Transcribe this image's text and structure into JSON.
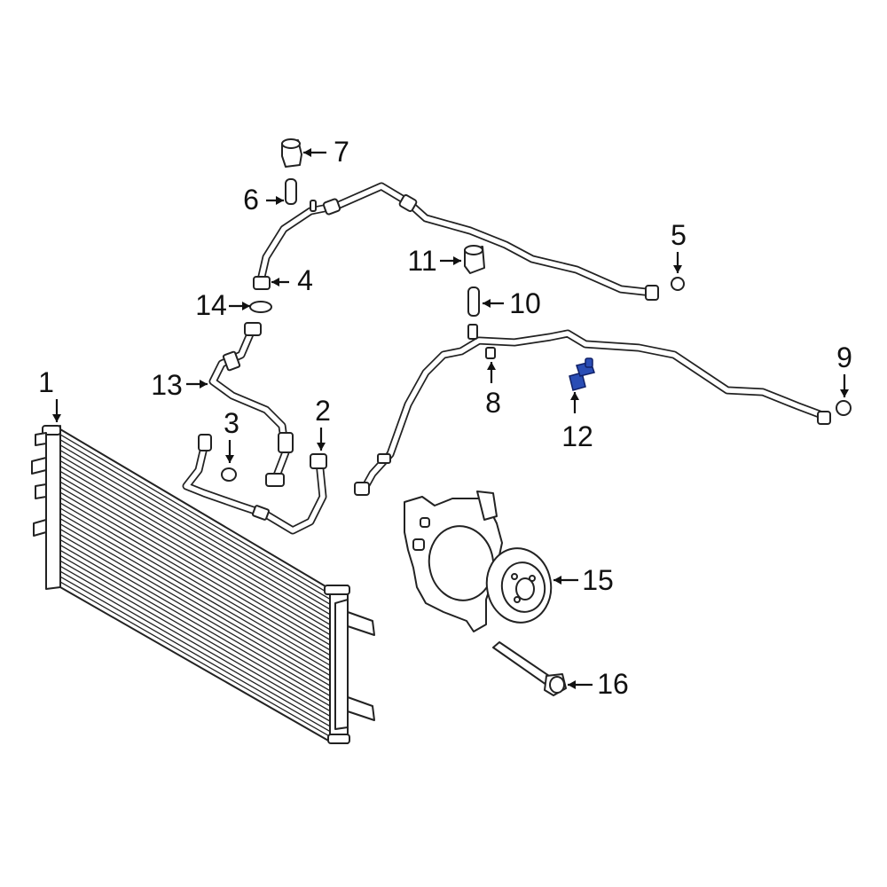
{
  "diagram": {
    "highlight_color": "#2a4db5",
    "callouts": [
      {
        "id": "1",
        "label": "1"
      },
      {
        "id": "2",
        "label": "2"
      },
      {
        "id": "3",
        "label": "3"
      },
      {
        "id": "4",
        "label": "4"
      },
      {
        "id": "5",
        "label": "5"
      },
      {
        "id": "6",
        "label": "6"
      },
      {
        "id": "7",
        "label": "7"
      },
      {
        "id": "8",
        "label": "8"
      },
      {
        "id": "9",
        "label": "9"
      },
      {
        "id": "10",
        "label": "10"
      },
      {
        "id": "11",
        "label": "11"
      },
      {
        "id": "12",
        "label": "12"
      },
      {
        "id": "13",
        "label": "13"
      },
      {
        "id": "14",
        "label": "14"
      },
      {
        "id": "15",
        "label": "15"
      },
      {
        "id": "16",
        "label": "16"
      }
    ]
  }
}
